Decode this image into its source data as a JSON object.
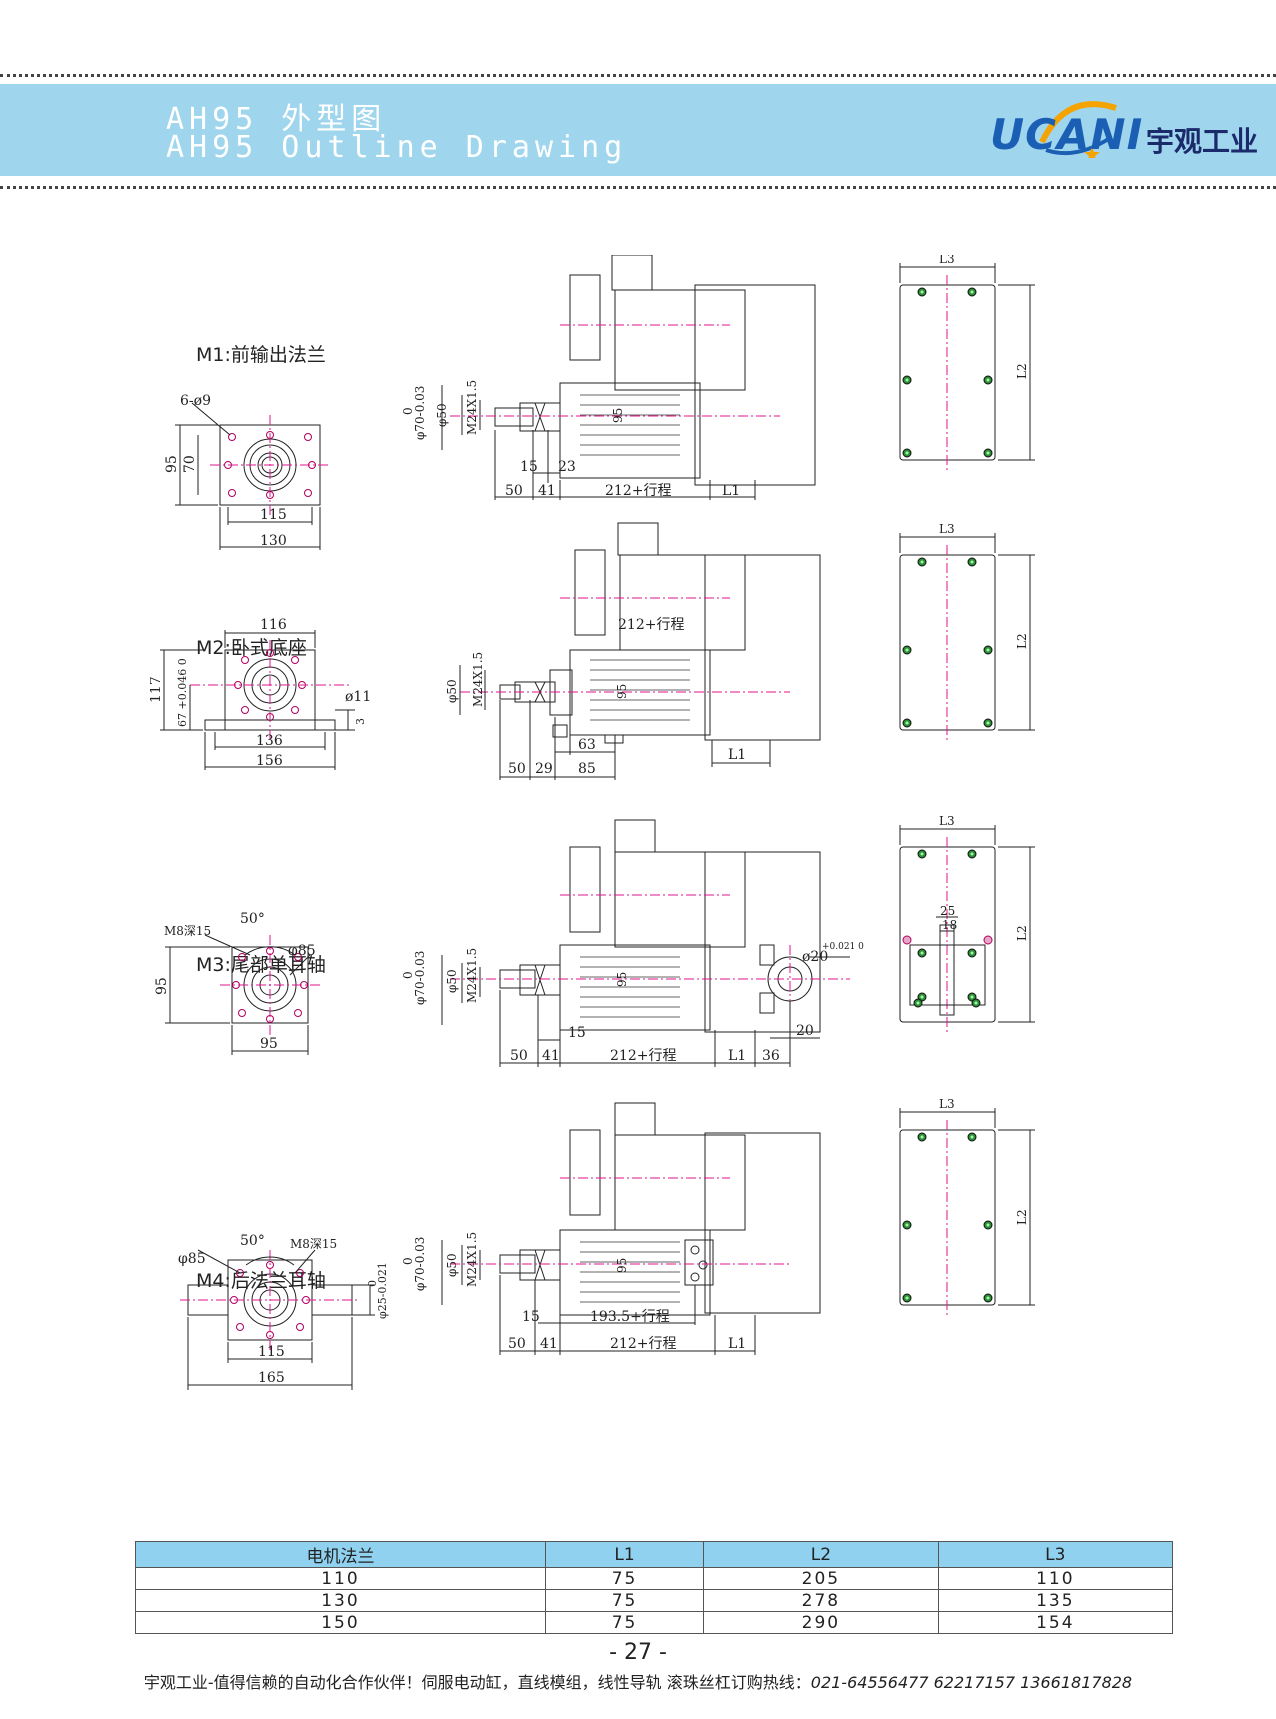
{
  "header": {
    "title_cn": "AH95  外型图",
    "title_en": "AH95  Outline Drawing",
    "logo_text": "UCANI",
    "logo_cn": "宇观工业"
  },
  "sections": [
    {
      "label": "M1:前输出法兰"
    },
    {
      "label": "M2:卧式底座"
    },
    {
      "label": "M3:尾部单耳轴"
    },
    {
      "label": "M4:后法兰耳轴"
    }
  ],
  "dims": {
    "m1_front": [
      "6-ø9",
      "95",
      "70",
      "115",
      "130"
    ],
    "m1_side": [
      "φ70-0.03",
      "0",
      "φ50",
      "M24X1.5",
      "95",
      "15",
      "23",
      "50",
      "41",
      "212+行程",
      "L1"
    ],
    "m1_top": [
      "L3",
      "L2"
    ],
    "m2_front": [
      "116",
      "117",
      "67 +0.046 0",
      "ø11",
      "3",
      "136",
      "156"
    ],
    "m2_side": [
      "212+行程",
      "φ50",
      "M24X1.5",
      "95",
      "63",
      "50",
      "29",
      "85",
      "L1"
    ],
    "m2_top": [
      "L3",
      "L2"
    ],
    "m3_front": [
      "50°",
      "M8深15",
      "φ85",
      "95",
      "95"
    ],
    "m3_side": [
      "φ70-0.03",
      "0",
      "φ50",
      "M24X1.5",
      "95",
      "ø20",
      "+0.021 0",
      "15",
      "20",
      "50",
      "41",
      "212+行程",
      "L1",
      "36"
    ],
    "m3_top": [
      "L3",
      "25",
      "18",
      "L2"
    ],
    "m4_front": [
      "50°",
      "M8深15",
      "φ85",
      "φ25-0.021",
      "0",
      "115",
      "165"
    ],
    "m4_side": [
      "φ70-0.03",
      "0",
      "φ50",
      "M24X1.5",
      "95",
      "15",
      "193.5+行程",
      "50",
      "41",
      "212+行程",
      "L1"
    ],
    "m4_top": [
      "L3",
      "L2"
    ]
  },
  "table": {
    "headers": [
      "电机法兰",
      "L1",
      "L2",
      "L3"
    ],
    "rows": [
      [
        "110",
        "75",
        "205",
        "110"
      ],
      [
        "130",
        "75",
        "278",
        "135"
      ],
      [
        "150",
        "75",
        "290",
        "154"
      ]
    ]
  },
  "footer": {
    "page_number": "- 27 -",
    "text": "宇观工业-值得信赖的自动化合作伙伴！伺服电动缸，直线模组，线性导轨 滚珠丝杠订购热线：",
    "phones": "021-64556477  62217157 13661817828"
  },
  "colors": {
    "banner": "#9fd6ee",
    "table_header": "#8fd1ef",
    "centerline": "#e0158c",
    "bolt": "#2e8b3a"
  }
}
